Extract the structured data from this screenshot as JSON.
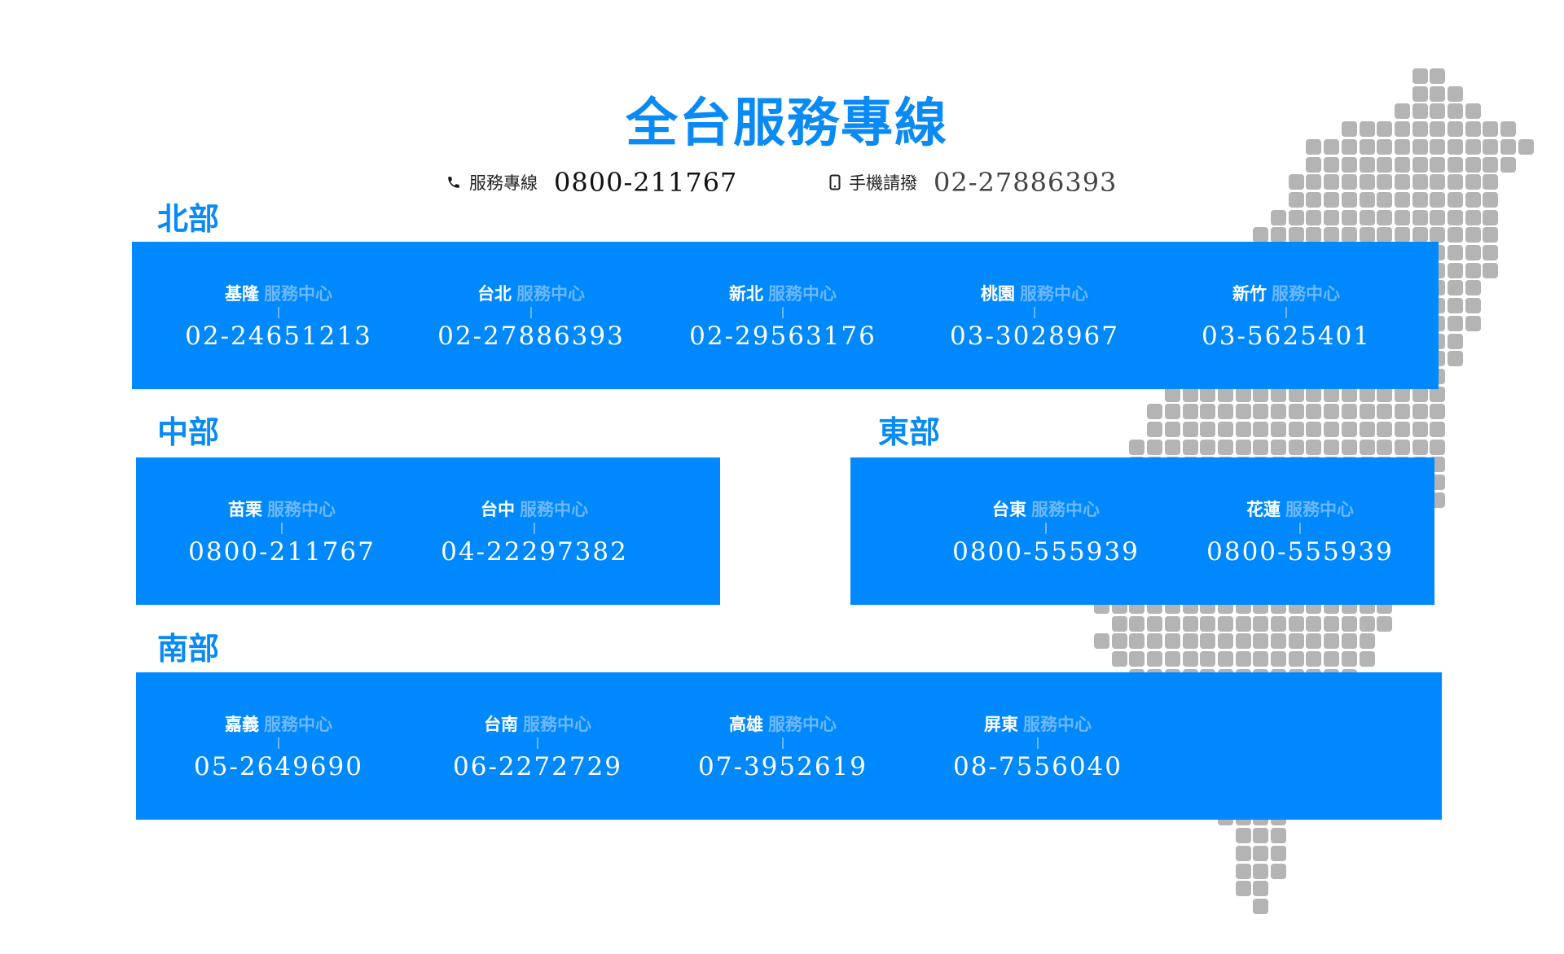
{
  "title": "全台服務專線",
  "hotline": {
    "icon": "phone-icon",
    "label": "服務專線",
    "number": "0800-211767"
  },
  "mobile": {
    "icon": "mobile-phone-icon",
    "label": "手機請撥",
    "number": "02-27886393"
  },
  "service_suffix": "服務中心",
  "colors": {
    "accent": "#0088ff",
    "title": "#0a8af5",
    "map": "#b4b4b4"
  },
  "regions": {
    "north": {
      "name": "北部",
      "centers": [
        {
          "city": "基隆",
          "phone": "02-24651213"
        },
        {
          "city": "台北",
          "phone": "02-27886393"
        },
        {
          "city": "新北",
          "phone": "02-29563176"
        },
        {
          "city": "桃園",
          "phone": "03-3028967"
        },
        {
          "city": "新竹",
          "phone": "03-5625401"
        }
      ]
    },
    "central": {
      "name": "中部",
      "centers": [
        {
          "city": "苗栗",
          "phone": "0800-211767"
        },
        {
          "city": "台中",
          "phone": "04-22297382"
        }
      ]
    },
    "east": {
      "name": "東部",
      "centers": [
        {
          "city": "台東",
          "phone": "0800-555939"
        },
        {
          "city": "花蓮",
          "phone": "0800-555939"
        }
      ]
    },
    "south": {
      "name": "南部",
      "centers": [
        {
          "city": "嘉義",
          "phone": "05-2649690"
        },
        {
          "city": "台南",
          "phone": "06-2272729"
        },
        {
          "city": "高雄",
          "phone": "07-3952619"
        },
        {
          "city": "屏東",
          "phone": "08-7556040"
        }
      ]
    }
  }
}
